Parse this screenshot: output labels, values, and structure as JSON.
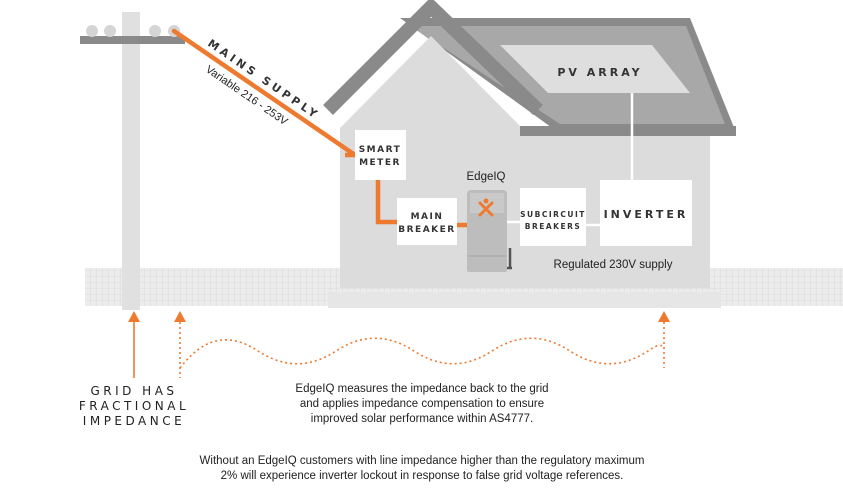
{
  "mains_supply": {
    "title": "MAINS SUPPLY",
    "subtitle": "Variable 216 - 253V"
  },
  "pv_array": "PV ARRAY",
  "smart_meter": [
    "SMART",
    "METER"
  ],
  "main_breaker": [
    "MAIN",
    "BREAKER"
  ],
  "edgeiq_label": "EdgeIQ",
  "subcircuit_breakers": [
    "SUBCIRCUIT",
    "BREAKERS"
  ],
  "inverter": "INVERTER",
  "regulated_supply": "Regulated 230V supply",
  "grid_impedance": [
    "GRID HAS",
    "FRACTIONAL",
    "IMPEDANCE"
  ],
  "measure_note": [
    "EdgeIQ measures the impedance back to the grid",
    "and applies impedance compensation to ensure",
    "improved solar performance within AS4777."
  ],
  "footnote": [
    "Without an EdgeIQ customers with line impedance higher than the regulatory maximum",
    "2% will experience inverter lockout in response to false grid voltage references."
  ],
  "colors": {
    "accent": "#ee7a30",
    "wall": "#dcdcdc",
    "roof": "#8a8a8a",
    "box": "#ffffff",
    "ground": "#e8e8e8"
  }
}
